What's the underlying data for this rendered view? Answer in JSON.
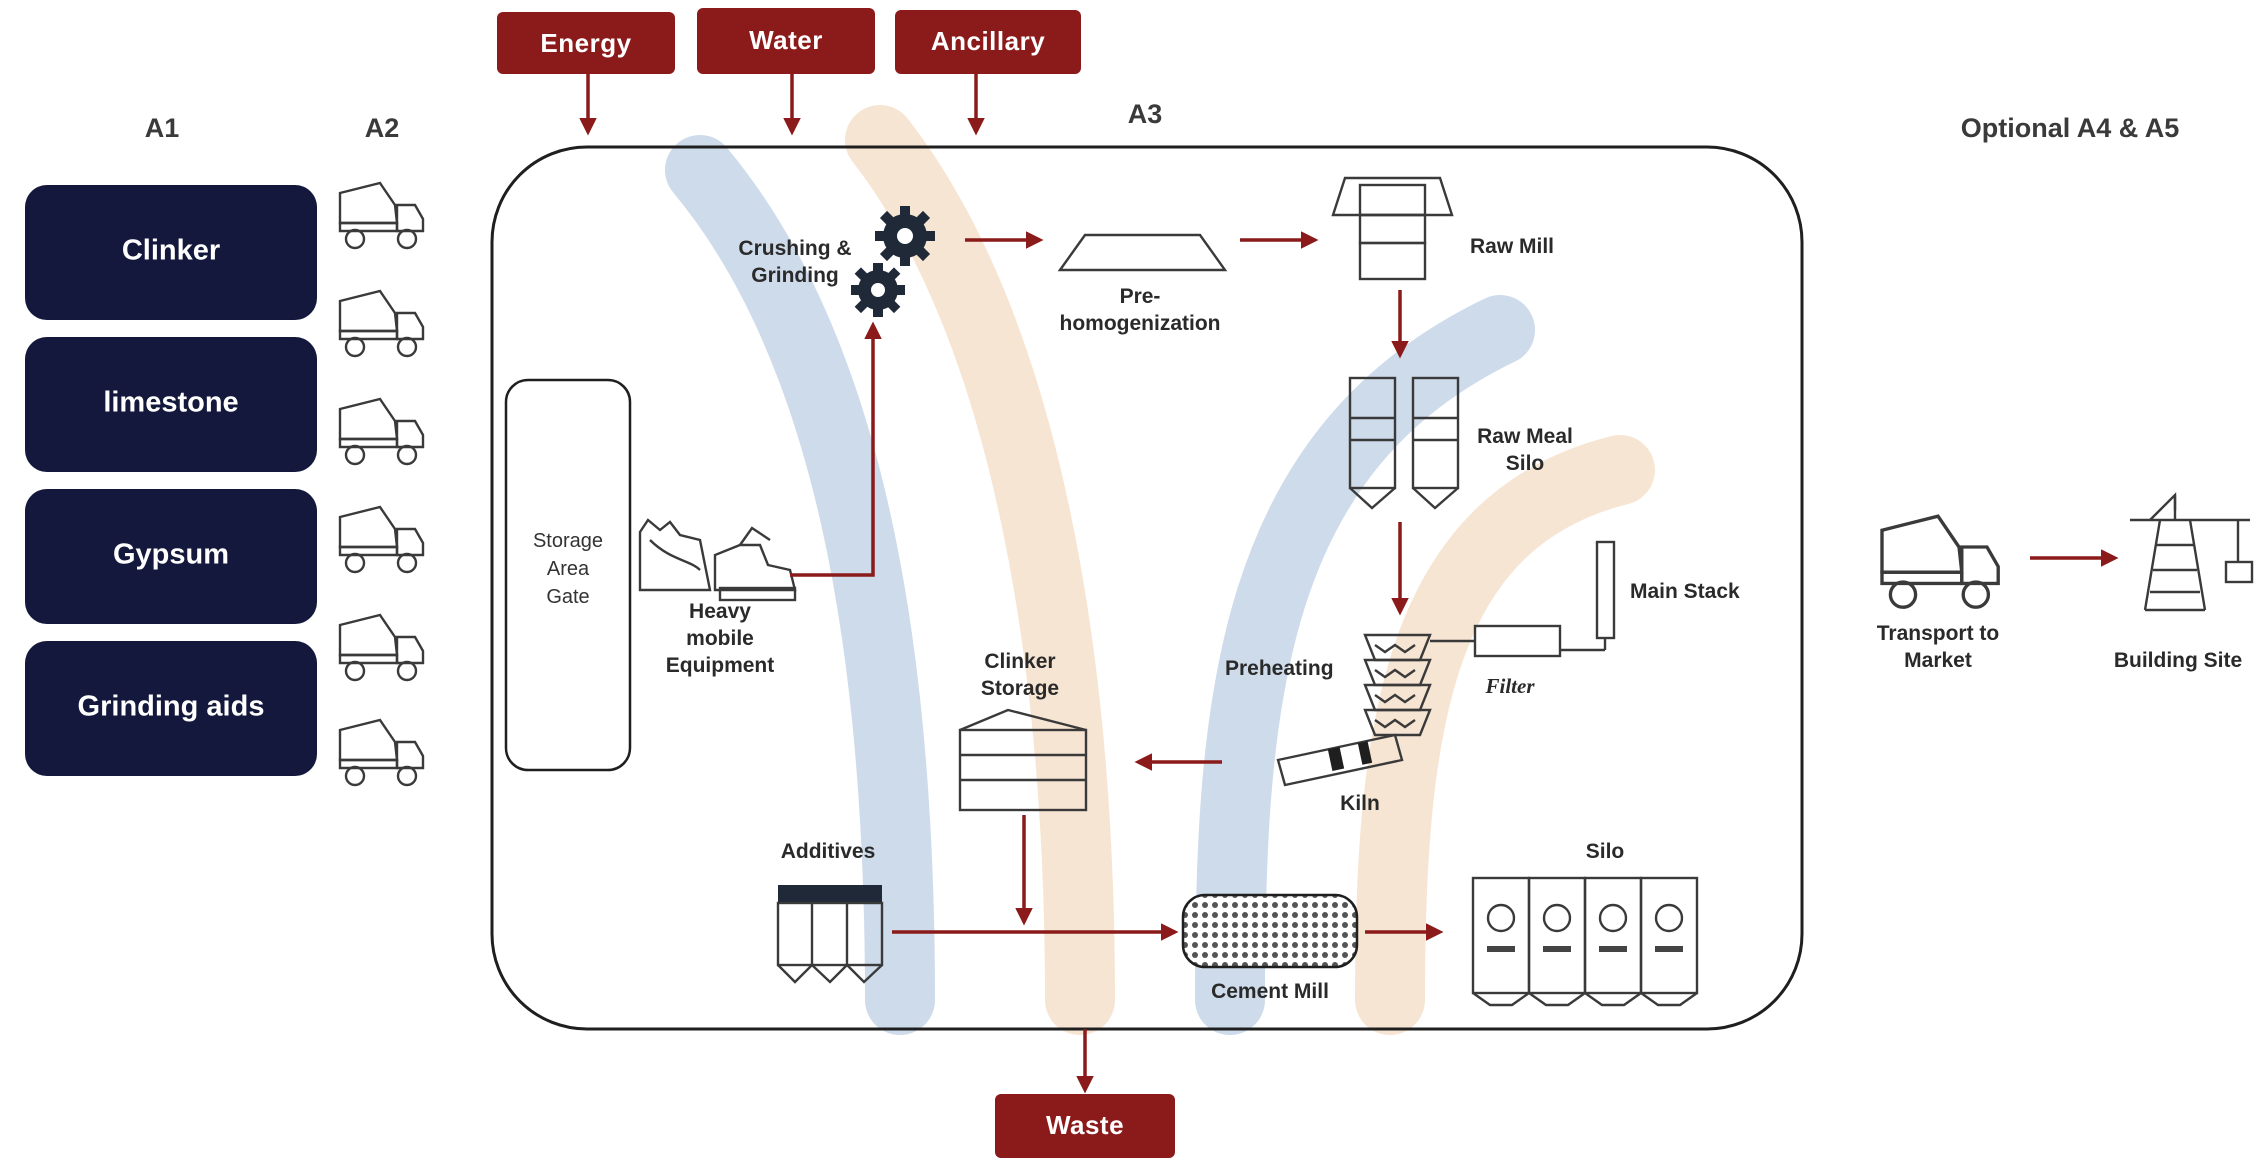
{
  "stages": {
    "a1": "A1",
    "a2": "A2",
    "a3": "A3",
    "a4a5": "Optional A4 & A5"
  },
  "materials": [
    "Clinker",
    "limestone",
    "Gypsum",
    "Grinding aids"
  ],
  "inputs": {
    "energy": "Energy",
    "water": "Water",
    "ancillary": "Ancillary"
  },
  "output": {
    "waste": "Waste"
  },
  "process": {
    "storage_gate": [
      "Storage",
      "Area",
      "Gate"
    ],
    "heavy_equipment": [
      "Heavy",
      "mobile",
      "Equipment"
    ],
    "crushing": [
      "Crushing &",
      "Grinding"
    ],
    "prehomogenization": [
      "Pre-",
      "homogenization"
    ],
    "raw_mill": "Raw Mill",
    "raw_meal_silo": [
      "Raw Meal",
      "Silo"
    ],
    "main_stack": "Main Stack",
    "preheating": "Preheating",
    "filter": "Filter",
    "kiln": "Kiln",
    "clinker_storage": [
      "Clinker",
      "Storage"
    ],
    "additives": "Additives",
    "cement_mill": "Cement Mill",
    "silo": "Silo"
  },
  "downstream": {
    "transport": [
      "Transport to",
      "Market"
    ],
    "building_site": "Building Site"
  },
  "colors": {
    "navy": "#14183d",
    "maroon": "#8b1a1a",
    "watermark_blue": "#c9d8e8",
    "watermark_orange": "#f7e3cf"
  }
}
